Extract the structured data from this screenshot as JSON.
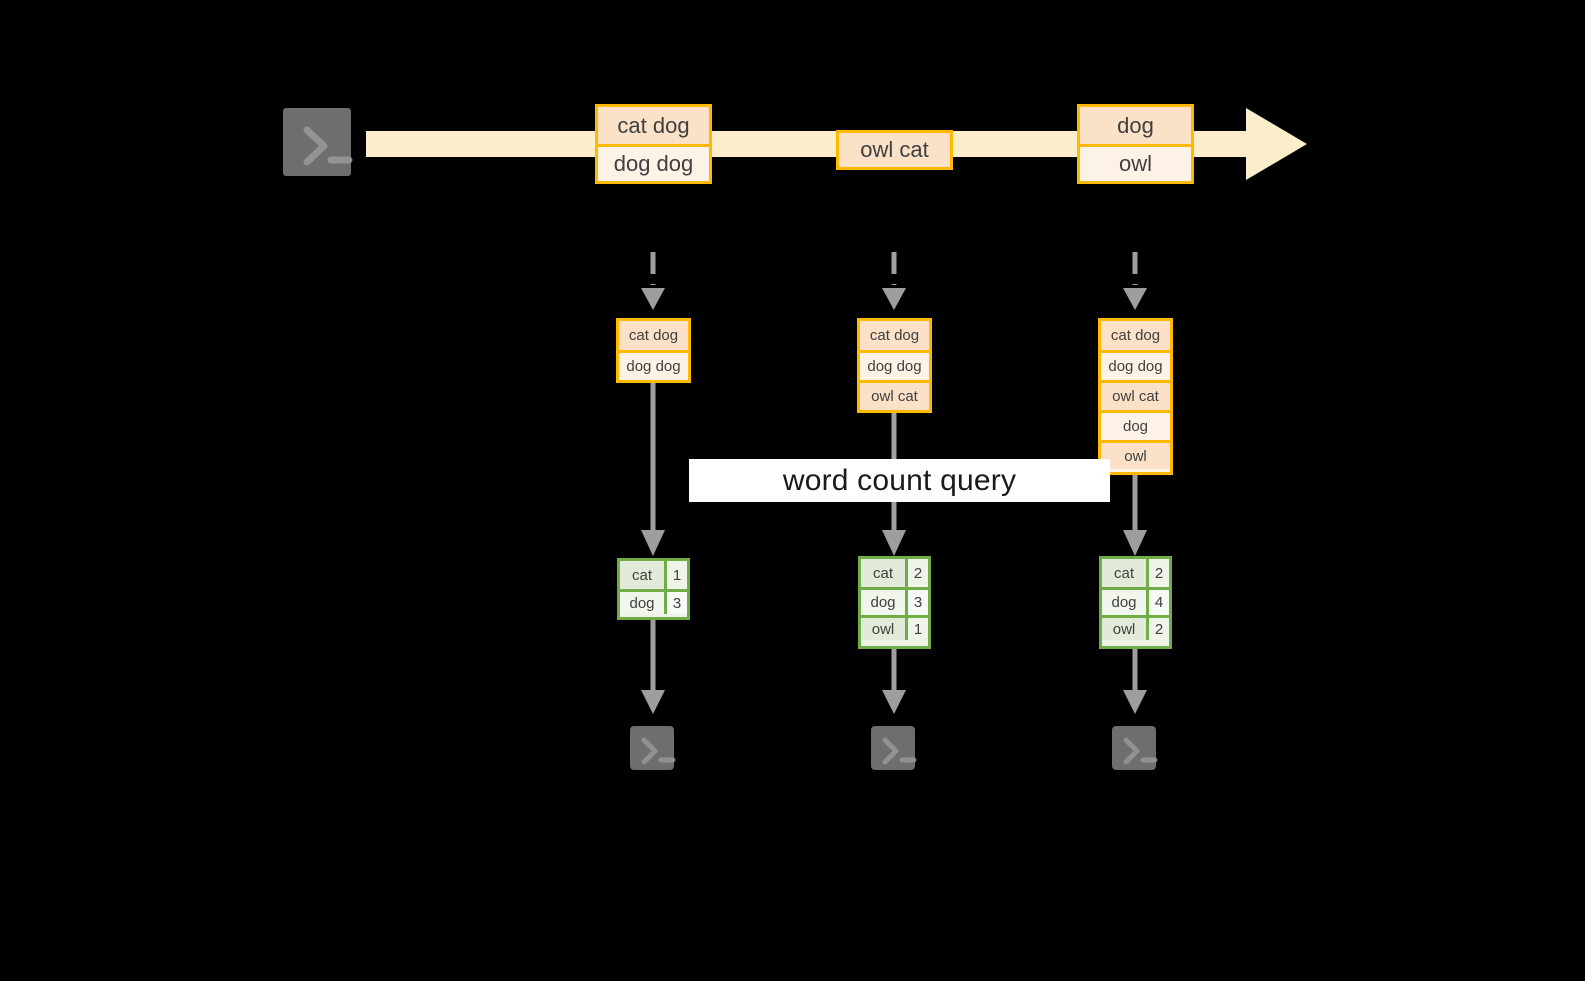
{
  "diagram": {
    "title_label": "word count query",
    "colors": {
      "stream_fill": "#fdeecb",
      "msg_border": "#ffb900",
      "msg_fill_dark": "#fae1c8",
      "msg_fill_light": "#fdf2e6",
      "table_border": "#70ad47",
      "table_fill": "#e2ebda",
      "icon_fill": "#6e6e6e",
      "connector": "#9e9e9e",
      "background": "#000000",
      "label_band": "#ffffff"
    },
    "producer_icon": "terminal-icon",
    "consumer_icon": "terminal-icon",
    "stream": {
      "icon_name": "stream-arrow-right",
      "messages": [
        {
          "name": "stream-message-1",
          "lines": [
            "cat dog",
            "dog dog"
          ]
        },
        {
          "name": "stream-message-2",
          "lines": [
            "owl cat"
          ]
        },
        {
          "name": "stream-message-3",
          "lines": [
            "dog",
            "owl"
          ]
        }
      ]
    },
    "snapshots": [
      {
        "name": "snapshot-1",
        "lines": [
          "cat dog",
          "dog dog"
        ],
        "result": {
          "rows": [
            {
              "key": "cat",
              "value": "1"
            },
            {
              "key": "dog",
              "value": "3"
            }
          ]
        }
      },
      {
        "name": "snapshot-2",
        "lines": [
          "cat dog",
          "dog dog",
          "owl cat"
        ],
        "result": {
          "rows": [
            {
              "key": "cat",
              "value": "2"
            },
            {
              "key": "dog",
              "value": "3"
            },
            {
              "key": "owl",
              "value": "1"
            }
          ]
        }
      },
      {
        "name": "snapshot-3",
        "lines": [
          "cat dog",
          "dog dog",
          "owl cat",
          "dog",
          "owl"
        ],
        "result": {
          "rows": [
            {
              "key": "cat",
              "value": "2"
            },
            {
              "key": "dog",
              "value": "4"
            },
            {
              "key": "owl",
              "value": "2"
            }
          ]
        }
      }
    ]
  }
}
